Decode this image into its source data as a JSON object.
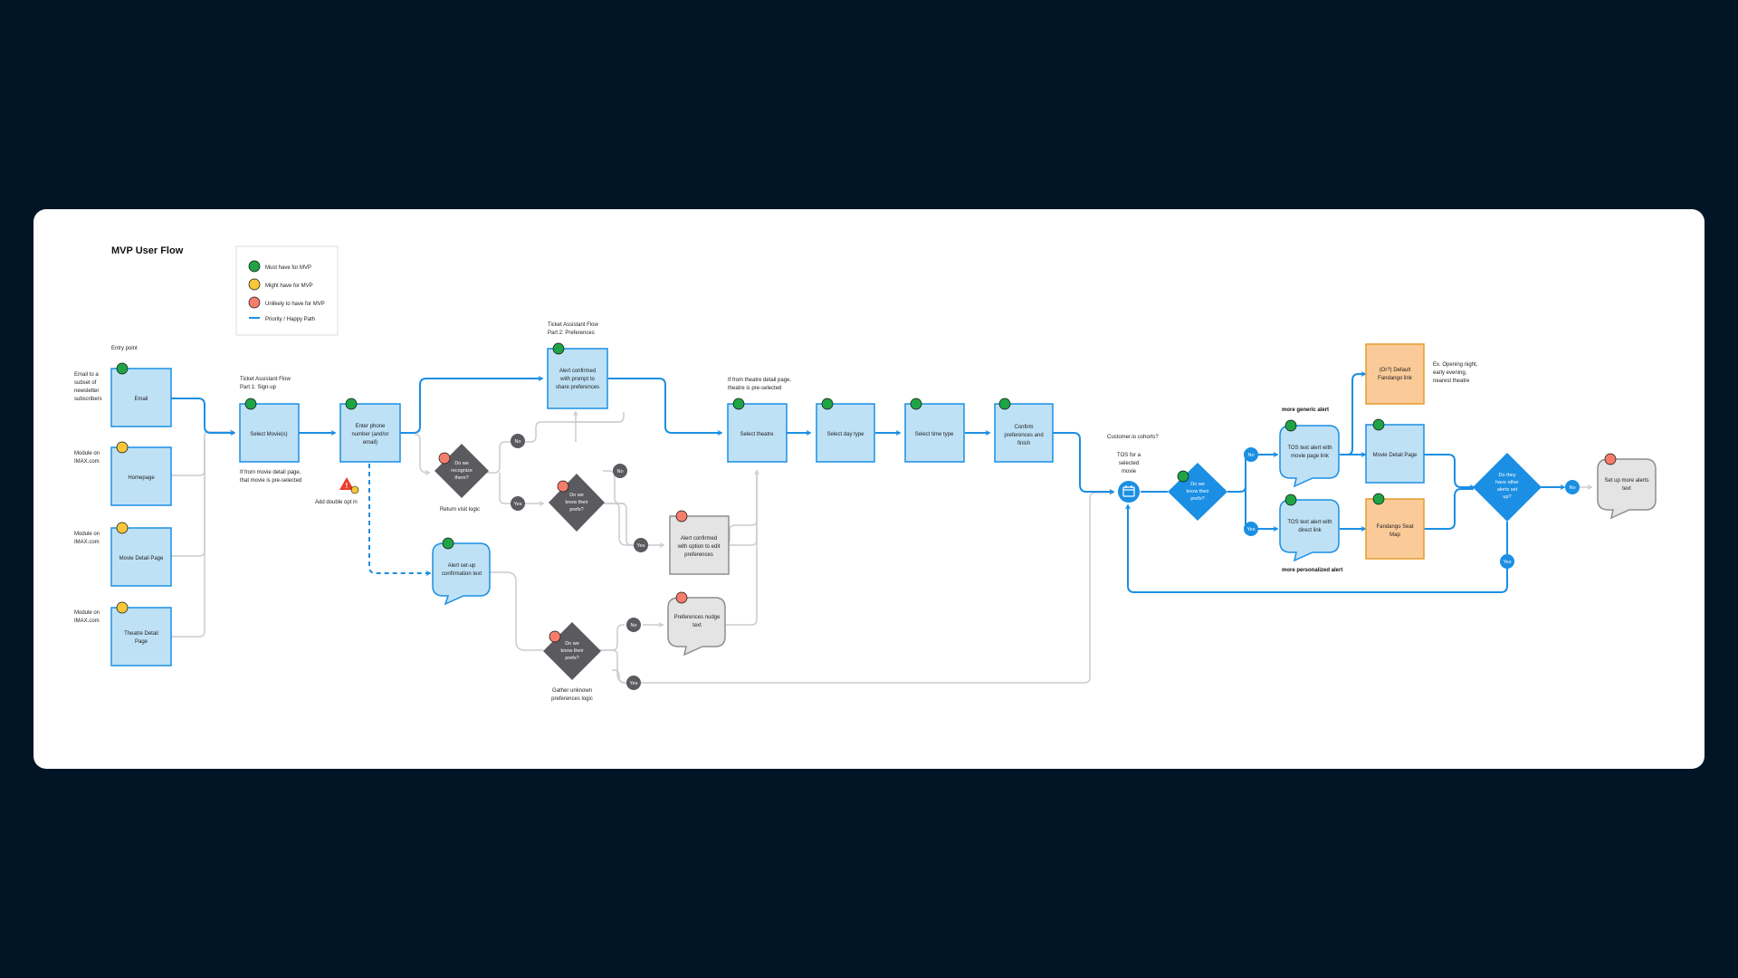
{
  "title": "MVP User Flow",
  "colors": {
    "background": "#021526",
    "canvas": "#FFFFFF",
    "blue": "#1A8FE3",
    "box_fill": "#BFE1F6",
    "gray_line": "#C9CCCF",
    "green": "#1EA446",
    "yellow": "#F7C63B",
    "red": "#F57D6B",
    "orange_fill": "#FACB98",
    "orange_stroke": "#E59C2E",
    "diamond_dark": "#5B5B5F",
    "gray_box": "#E4E4E4"
  },
  "legend": {
    "must": "Must have for MVP",
    "might": "Might have for MVP",
    "unlikely": "Unlikely to have for MVP",
    "priority": "Priority / Happy Path"
  },
  "notes": {
    "entry_point": "Entry point",
    "ta1_line1": "Ticket Assistant Flow",
    "ta1_line2": "Part 1: Sign-up",
    "ta2_line1": "Ticket Assistant Flow",
    "ta2_line2": "Part 2: Preferences",
    "movie_pre_line1": "If from movie detail page,",
    "movie_pre_line2": "that movie is pre-selected",
    "theatre_pre_line1": "If from theatre detail page,",
    "theatre_pre_line2": "theatre is pre-selected",
    "double_opt": "Add double opt in",
    "return_visit": "Return visit logic",
    "gather_line1": "Gather unknown",
    "gather_line2": "preferences logic",
    "cohorts": "Customer.io cohorts?",
    "tos_line1": "TOS for a",
    "tos_line2": "selected",
    "tos_line3": "movie",
    "generic_alert": "more generic alert",
    "personalized_alert": "more personalized alert",
    "ex_line1": "Ex. Opening night,",
    "ex_line2": "early evening,",
    "ex_line3": "nearest theatre"
  },
  "entries": {
    "email_line1": "Email to a",
    "email_line2": "subset of",
    "email_line3": "newsletter",
    "email_line4": "subscribers",
    "mod_line1": "Module on",
    "mod_line2": "IMAX.com"
  },
  "nodes": {
    "email": "Email",
    "homepage": "Homepage",
    "movie_detail": "Movie Detail Page",
    "theatre_detail_1": "Theatre Detail",
    "theatre_detail_2": "Page",
    "select_movies": "Select Movie(s)",
    "phone_1": "Enter phone",
    "phone_2": "number (and/or",
    "phone_3": "email)",
    "confirm_prompt_1": "Alert confirmed",
    "confirm_prompt_2": "with prompt to",
    "confirm_prompt_3": "share preferences",
    "recognize_1": "Do we",
    "recognize_2": "recognize",
    "recognize_3": "them?",
    "know1_1": "Do we",
    "know1_2": "know their",
    "know1_3": "prefs?",
    "alert_edit_1": "Alert confirmed",
    "alert_edit_2": "with option to edit",
    "alert_edit_3": "preferences",
    "setup_conf_1": "Alert set-up",
    "setup_conf_2": "confirmation text",
    "know2_1": "Do we",
    "know2_2": "know their",
    "know2_3": "prefs?",
    "nudge_1": "Preferences nudge",
    "nudge_2": "text",
    "select_theatre": "Select theatre",
    "select_day": "Select day type",
    "select_time": "Select time type",
    "confirm_finish_1": "Confirm",
    "confirm_finish_2": "preferences and",
    "confirm_finish_3": "finish",
    "know3_1": "Do we",
    "know3_2": "know their",
    "know3_3": "prefs?",
    "tos_movie_1": "TOS text alert with",
    "tos_movie_2": "movie page link",
    "tos_direct_1": "TOS text alert with",
    "tos_direct_2": "direct link",
    "default_link_1": "(Or?) Default",
    "default_link_2": "Fandango link",
    "movie_detail_right": "Movie Detail Page",
    "seat_map_1": "Fandango Seat",
    "seat_map_2": "Map",
    "other_alerts_1": "Do they",
    "other_alerts_2": "have other",
    "other_alerts_3": "alerts set",
    "other_alerts_4": "up?",
    "more_alerts_1": "Set up more alerts",
    "more_alerts_2": "text"
  },
  "badges": {
    "no": "No",
    "yes": "Yes"
  }
}
